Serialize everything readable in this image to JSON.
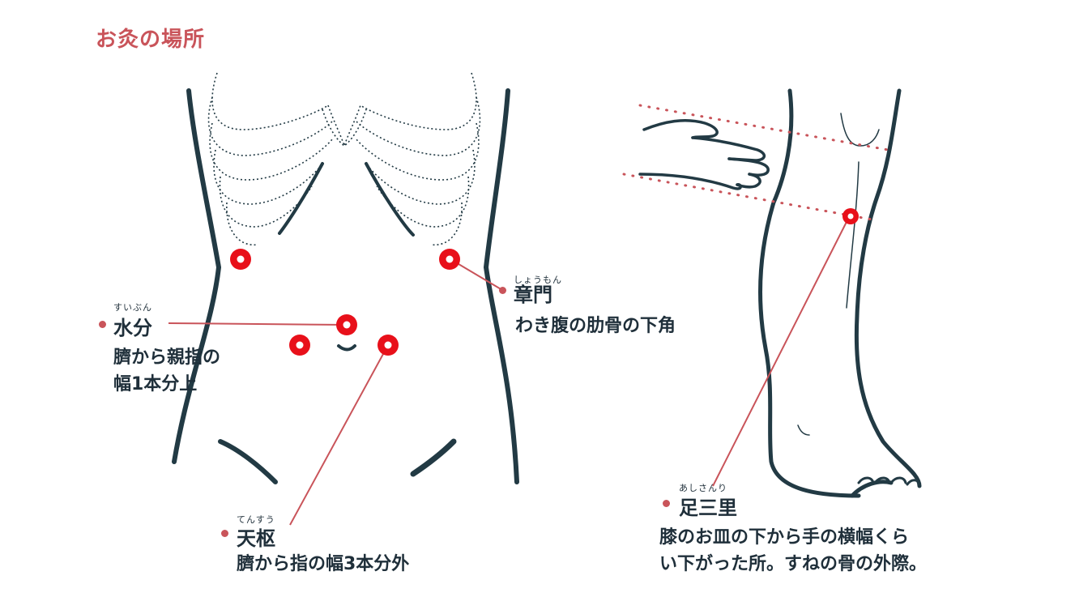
{
  "title": "お灸の場所",
  "colors": {
    "accent": "#c9545a",
    "point": "#e8101a",
    "line": "#223a44"
  },
  "points": [
    {
      "ruby": "すいぶん",
      "name": "水分",
      "desc": [
        "臍から親指の",
        "幅1本分上"
      ]
    },
    {
      "ruby": "しょうもん",
      "name": "章門",
      "desc": [
        "わき腹の肋骨の下角"
      ]
    },
    {
      "ruby": "てんすう",
      "name": "天枢",
      "desc": [
        "臍から指の幅3本分外"
      ]
    },
    {
      "ruby": "あしさんり",
      "name": "足三里",
      "desc": [
        "膝のお皿の下から手の横幅くら",
        "い下がった所。すねの骨の外際。"
      ]
    }
  ]
}
